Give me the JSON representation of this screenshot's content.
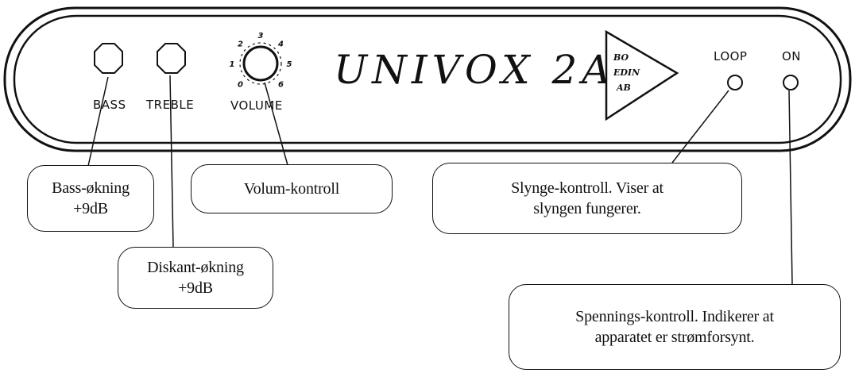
{
  "panel": {
    "title": "UNIVOX 2A",
    "logo_lines": [
      "BO",
      "EDIN",
      "AB"
    ],
    "controls": {
      "bass_label": "BASS",
      "treble_label": "TREBLE",
      "volume_label": "VOLUME",
      "loop_label": "LOOP",
      "on_label": "ON"
    },
    "volume_scale": [
      "0",
      "1",
      "2",
      "3",
      "4",
      "5",
      "6"
    ]
  },
  "callouts": {
    "bass": [
      "Bass-økning",
      "+9dB"
    ],
    "treble": [
      "Diskant-økning",
      "+9dB"
    ],
    "volume": [
      "Volum-kontroll"
    ],
    "loop": [
      "Slynge-kontroll. Viser at",
      "slyngen fungerer."
    ],
    "power": [
      "Spennings-kontroll. Indikerer at",
      "apparatet er strømforsynt."
    ]
  }
}
